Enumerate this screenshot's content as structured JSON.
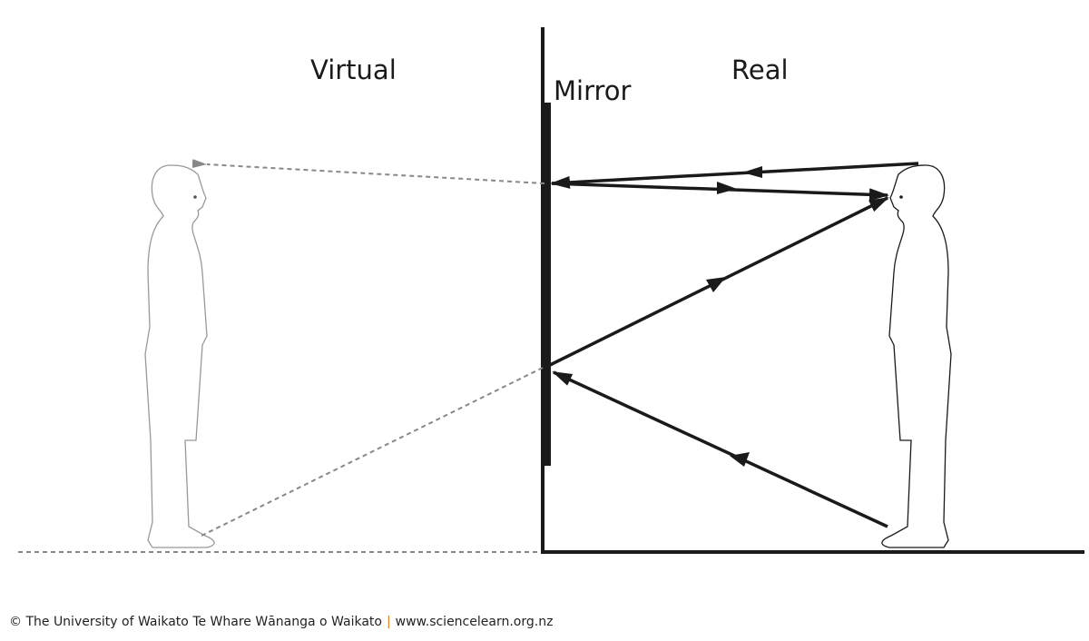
{
  "labels": {
    "virtual": "Virtual",
    "real": "Real",
    "mirror": "Mirror"
  },
  "footer": {
    "credit": "© The University of Waikato Te Whare Wānanga o Waikato",
    "separator": "|",
    "url": "www.sciencelearn.org.nz"
  },
  "colors": {
    "ray": "#1a1a1a",
    "virtual_ray": "#888888",
    "virtual_figure": "#999999",
    "separator": "#e07a1e"
  }
}
